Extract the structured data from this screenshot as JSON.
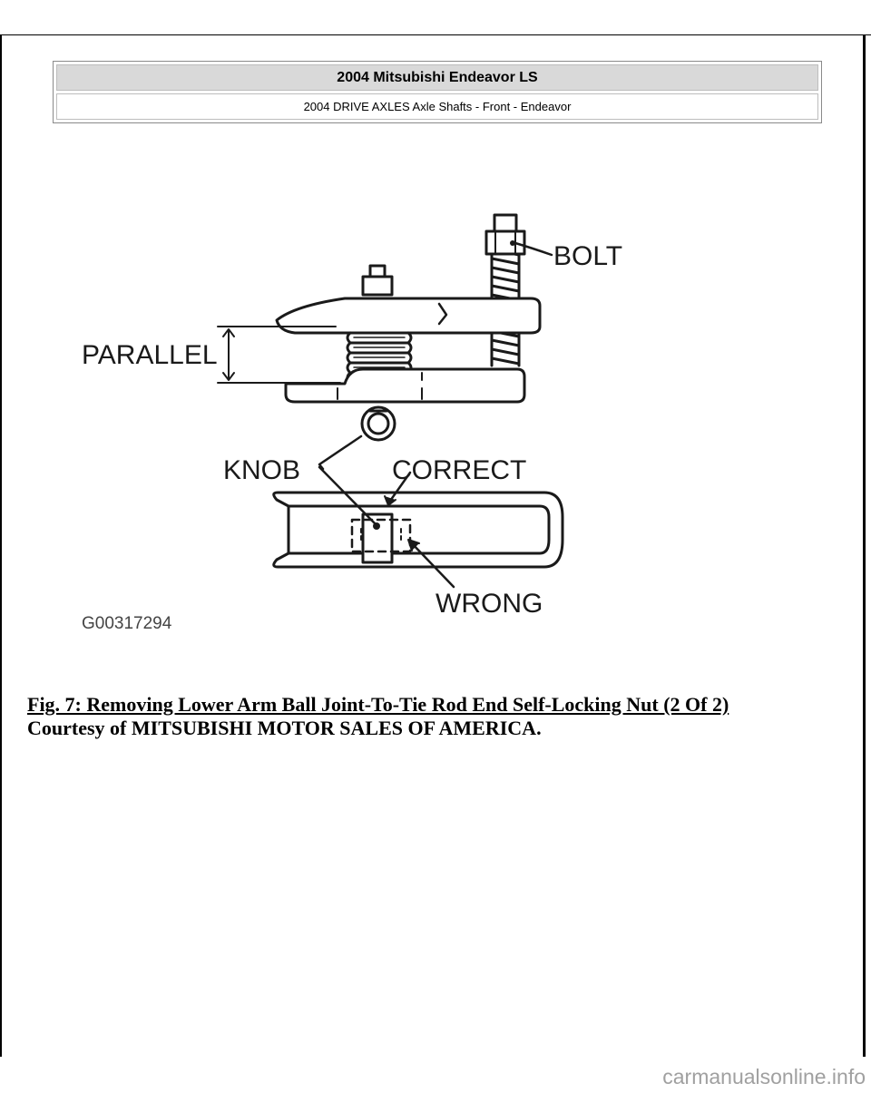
{
  "header": {
    "title": "2004 Mitsubishi Endeavor LS",
    "subtitle": "2004 DRIVE AXLES Axle Shafts - Front - Endeavor"
  },
  "figure": {
    "labels": {
      "bolt": "BOLT",
      "parallel": "PARALLEL",
      "knob": "KNOB",
      "correct": "CORRECT",
      "wrong": "WRONG"
    },
    "code": "G00317294"
  },
  "caption": {
    "title": "Fig. 7: Removing Lower Arm Ball Joint-To-Tie Rod End Self-Locking Nut (2 Of 2)",
    "courtesy": "Courtesy of MITSUBISHI MOTOR SALES OF AMERICA."
  },
  "footer": {
    "watermark": "carmanualsonline.info"
  }
}
